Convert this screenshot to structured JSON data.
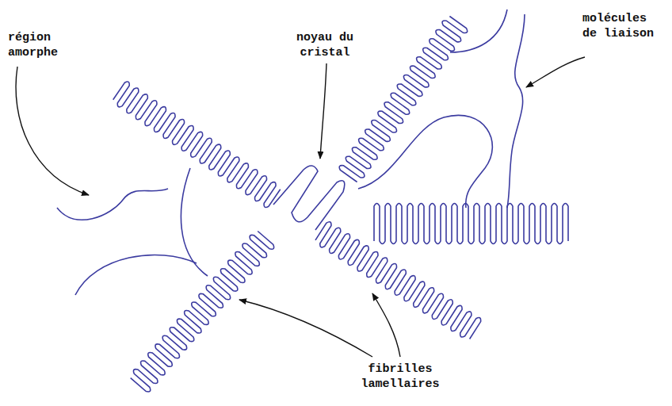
{
  "diagram": {
    "labels": [
      "région amorphe",
      "noyau du cristal",
      "molécules de liaison",
      "fibrilles lamellaires"
    ]
  }
}
